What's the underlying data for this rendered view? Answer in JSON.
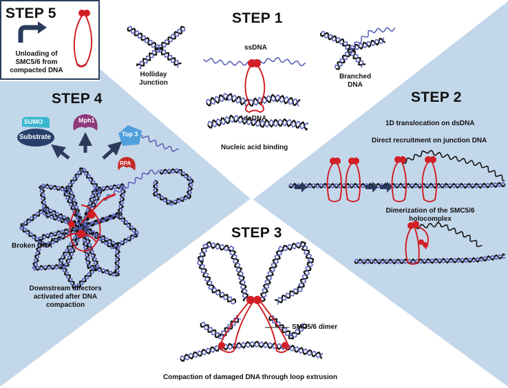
{
  "colors": {
    "panel_blue": "#c3d7ea",
    "white": "#ffffff",
    "dna_dark": "#141414",
    "dna_blue": "#5a62b8",
    "smc_red": "#d21f26",
    "arrow_navy": "#2a3b5c",
    "sumo_teal": "#3cb6cf",
    "substrate_navy": "#283e6a",
    "mph1_purple": "#8e3a7b",
    "top3_blue": "#4fa0dc",
    "rpa_red": "#c62a25"
  },
  "step5": {
    "title": "STEP 5",
    "caption_line1": "Unloading of",
    "caption_line2": "SMC5/6 from",
    "caption_line3": "compacted DNA"
  },
  "step1": {
    "title": "STEP 1",
    "holliday_line1": "Holliday",
    "holliday_line2": "Junction",
    "ssdna": "ssDNA",
    "dsdna": "dsDNA",
    "branched_line1": "Branched",
    "branched_line2": "DNA",
    "caption": "Nucleic acid binding"
  },
  "step2": {
    "title": "STEP 2",
    "line1": "1D translocation on dsDNA",
    "line2": "Direct recruitment on junction DNA",
    "dimer_line1": "Dimerization of the SMC5/6",
    "dimer_line2": "holocomplex"
  },
  "step3": {
    "title": "STEP 3",
    "dimer_label": "SMC5/6 dimer",
    "caption": "Compaction of damaged DNA through loop extrusion"
  },
  "step4": {
    "title": "STEP 4",
    "sumo": "SUMO",
    "substrate": "Substrate",
    "mph1": "Mph1",
    "top3": "Top 3",
    "rpa": "RPA",
    "broken": "Broken DNA",
    "caption_line1": "Downstream effectors",
    "caption_line2": "activated after DNA",
    "caption_line3": "compaction"
  }
}
